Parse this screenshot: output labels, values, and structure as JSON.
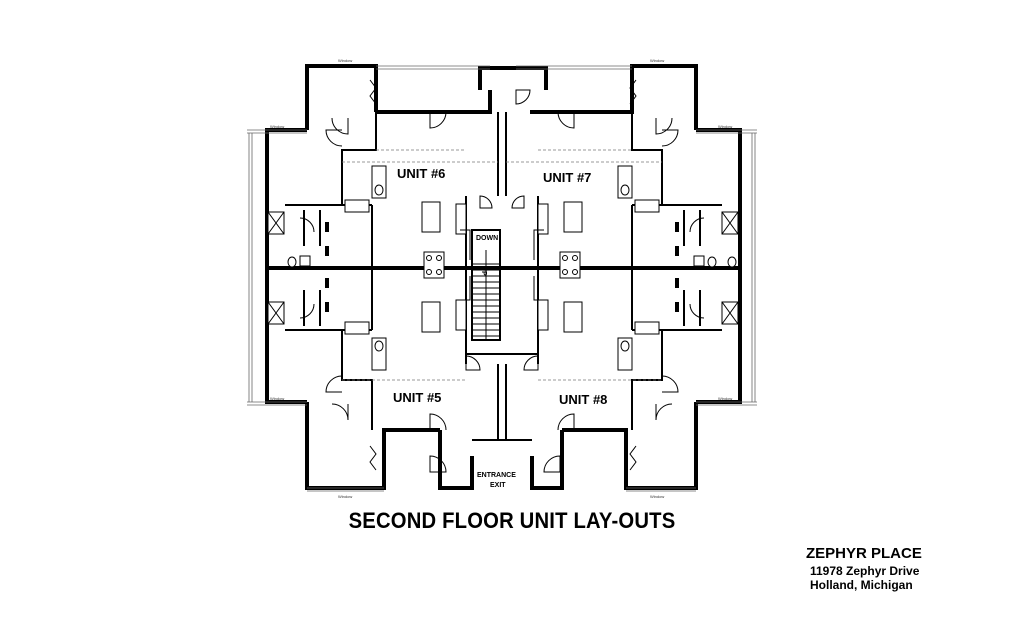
{
  "plan": {
    "units": [
      "UNIT #6",
      "UNIT #7",
      "UNIT #5",
      "UNIT #8"
    ],
    "stair_down": "DOWN",
    "stair_up": "UP",
    "entrance_line1": "ENTRANCE",
    "entrance_line2": "EXIT",
    "window_label": "Window"
  },
  "title": "SECOND FLOOR UNIT LAY-OUTS",
  "address": {
    "name": "ZEPHYR PLACE",
    "street": "11978 Zephyr Drive",
    "city": "Holland, Michigan"
  }
}
